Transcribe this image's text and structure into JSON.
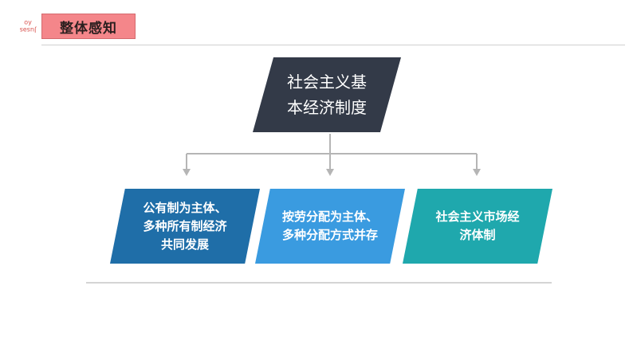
{
  "header": {
    "logo_text": "Jusəs\nʎo",
    "section_title": "整体感知"
  },
  "diagram": {
    "root": "社会主义基\n本经济制度",
    "children": [
      {
        "label": "公有制为主体、\n多种所有制经济\n共同发展",
        "color": "#1f6ea8"
      },
      {
        "label": "按劳分配为主体、\n多种分配方式并存",
        "color": "#3a9be0"
      },
      {
        "label": "社会主义市场经\n济体制",
        "color": "#1fa8ad"
      }
    ]
  }
}
